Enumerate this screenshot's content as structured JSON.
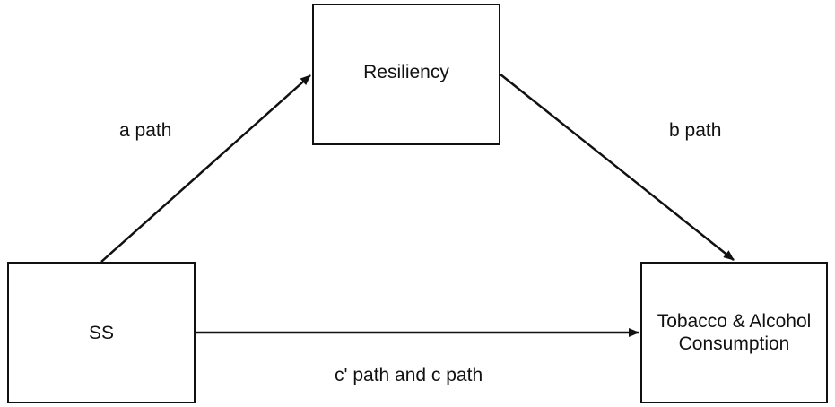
{
  "nodes": {
    "mediator": "Resiliency",
    "predictor": "SS",
    "outcome": "Tobacco & Alcohol Consumption"
  },
  "edges": {
    "a": "a path",
    "b": "b path",
    "c": "c' path and c path"
  },
  "colors": {
    "stroke": "#111111",
    "background": "#ffffff"
  }
}
